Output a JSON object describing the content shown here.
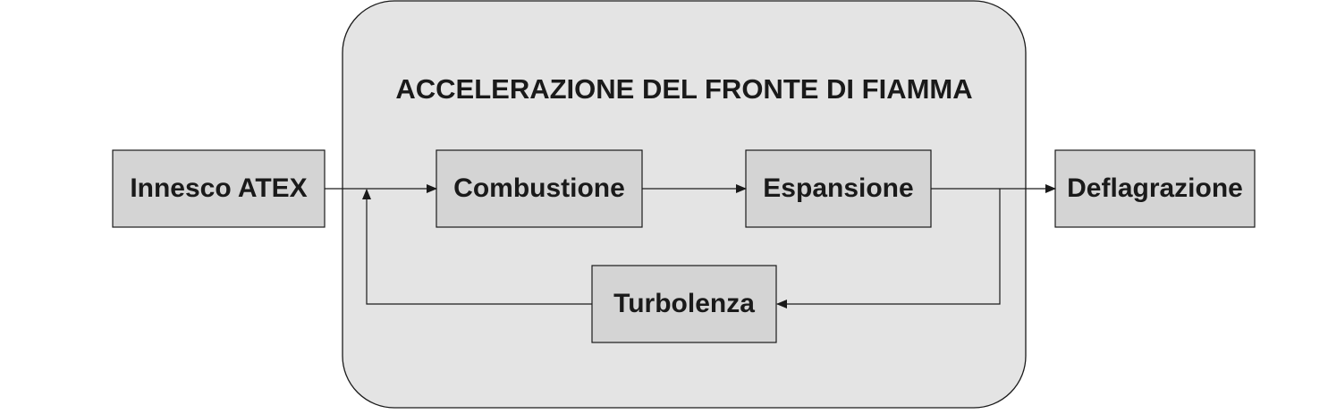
{
  "diagram": {
    "group": {
      "title": "ACCELERAZIONE DEL FRONTE DI FIAMMA"
    },
    "nodes": {
      "innesco": "Innesco ATEX",
      "combustione": "Combustione",
      "espansione": "Espansione",
      "deflagrazione": "Deflagrazione",
      "turbolenza": "Turbolenza"
    },
    "colors": {
      "box_fill": "#d4d4d4",
      "group_fill": "#e4e4e4",
      "stroke": "#1a1a1a"
    }
  }
}
